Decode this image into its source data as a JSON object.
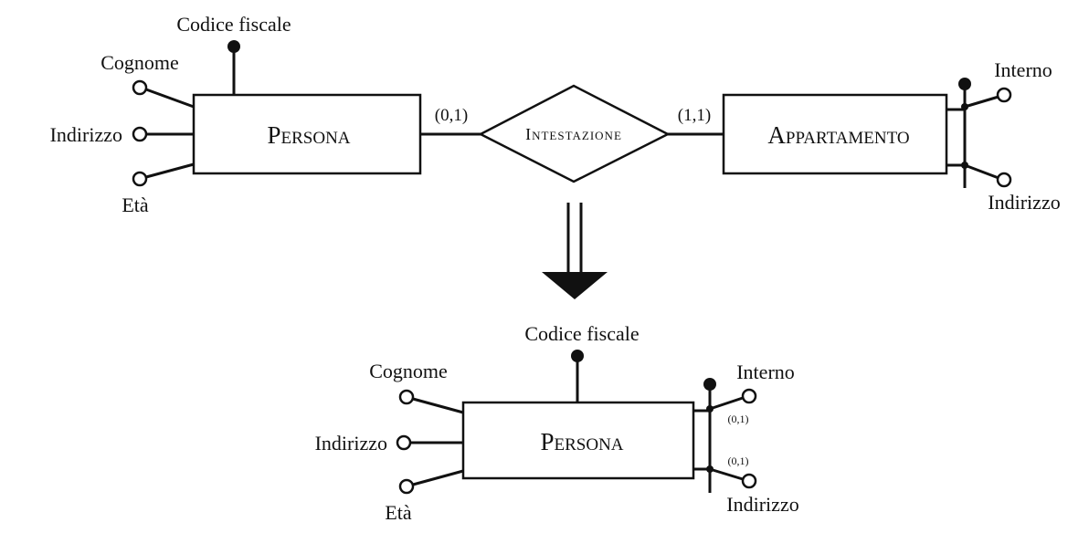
{
  "top": {
    "persona": {
      "name": "Persona",
      "attributes": {
        "codice_fiscale": "Codice fiscale",
        "cognome": "Cognome",
        "indirizzo": "Indirizzo",
        "eta": "Età"
      }
    },
    "relationship": {
      "name": "Intestazione",
      "left_cardinality": "(0,1)",
      "right_cardinality": "(1,1)"
    },
    "appartamento": {
      "name": "Appartamento",
      "attributes": {
        "interno": "Interno",
        "indirizzo": "Indirizzo"
      }
    }
  },
  "bottom": {
    "persona": {
      "name": "Persona",
      "attributes": {
        "codice_fiscale": "Codice fiscale",
        "cognome": "Cognome",
        "indirizzo": "Indirizzo",
        "eta": "Età",
        "interno": "Interno",
        "indirizzo_app": "Indirizzo"
      },
      "cardinality_interno": "(0,1)",
      "cardinality_indirizzo_app": "(0,1)"
    }
  },
  "colors": {
    "ink": "#111111",
    "background": "#ffffff"
  }
}
